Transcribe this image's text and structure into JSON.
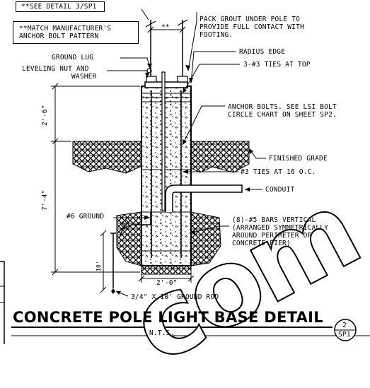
{
  "title": "CONCRETE POLE LIGHT BASE DETAIL",
  "scale_note": "N.T.S.",
  "detail_ref": {
    "number": "2",
    "sheet": "SP1"
  },
  "see_detail": "**SEE DETAIL 3/SP1",
  "match_note": [
    "**MATCH MANUFACTURER'S",
    "ANCHOR BOLT PATTERN"
  ],
  "callouts": {
    "ground_lug": "GROUND LUG",
    "leveling_nut": [
      "LEVELING NUT AND",
      "WASHER"
    ],
    "pack_grout": [
      "PACK GROUT UNDER POLE TO",
      "PROVIDE FULL CONTACT WITH",
      "FOOTING."
    ],
    "radius_edge": "RADIUS EDGE",
    "ties_top": "3-#3 TIES AT TOP",
    "anchor_bolts": [
      "ANCHOR BOLTS. SEE LSI BOLT",
      "CIRCLE CHART ON SHEET SP2."
    ],
    "finished_grade": "FINISHED GRADE",
    "ties_16": "#3 TIES AT 16 O.C.",
    "conduit": "CONDUIT",
    "ground_6": "#6 GROUND",
    "bars": [
      "(8)-#5 BARS VERTICAL",
      "(ARRANGED SYMMETRICALLY",
      "AROUND PERIMETER OF",
      "CONCRETE PIER)"
    ],
    "ground_rod": "3/4\" x 10' GROUND ROD"
  },
  "dimensions": {
    "top_star": "**",
    "upper": "2'-6\"",
    "lower": "7'-4\"",
    "width": "2'-0\"",
    "rod_len": "10'"
  },
  "watermark": "com"
}
